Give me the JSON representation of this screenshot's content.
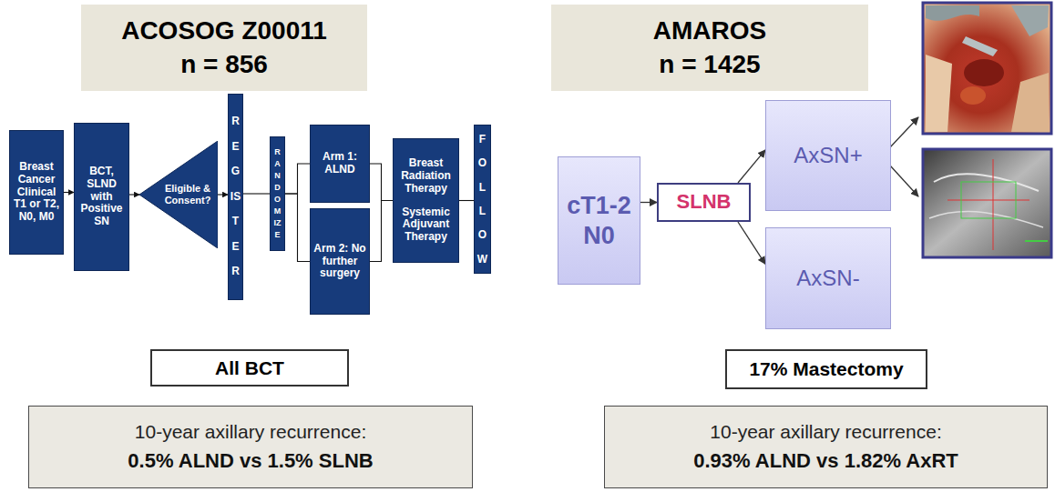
{
  "diagram": {
    "nodes": [
      {
        "text": [
          "ACOSOG Z00011",
          "n = 856"
        ]
      },
      {
        "text": [
          "Breast Cancer Clinical T1 or T2, N0, M0"
        ]
      },
      {
        "text": [
          "BCT, SLND with Positive SN"
        ]
      },
      {
        "text": [
          "Eligible & Consent?"
        ]
      },
      {
        "text": [
          "REGISTER"
        ]
      },
      {
        "text": [
          "RANDOMIZE"
        ]
      },
      {
        "text": [
          "Arm 1: ALND"
        ]
      },
      {
        "text": [
          "Arm 2: No further surgery"
        ]
      },
      {
        "text": [
          "Breast Radiation Therapy",
          "Systemic Adjuvant Therapy"
        ]
      },
      {
        "text": [
          "FOLLOW"
        ]
      },
      {
        "text": [
          "All BCT"
        ]
      },
      {
        "text": [
          "10-year axillary recurrence:",
          "0.5% ALND vs 1.5% SLNB"
        ]
      },
      {
        "text": [
          "AMAROS",
          "n = 1425"
        ]
      },
      {
        "text": [
          "cT1-2 N0"
        ]
      },
      {
        "text": [
          "SLNB"
        ]
      },
      {
        "text": [
          "AxSN+"
        ]
      },
      {
        "text": [
          "AxSN-"
        ]
      },
      {
        "text": [
          "17% Mastectomy"
        ]
      },
      {
        "text": [
          "10-year axillary recurrence:",
          "0.93% ALND vs 1.82% AxRT"
        ]
      }
    ],
    "edges": [
      {
        "from": 1,
        "to": 2,
        "arrow": "to"
      },
      {
        "from": 2,
        "to": 3,
        "arrow": "to"
      },
      {
        "from": 3,
        "to": 4,
        "arrow": "to"
      },
      {
        "from": 4,
        "to": 5,
        "arrow": "none"
      },
      {
        "from": 5,
        "to": 6,
        "arrow": "none"
      },
      {
        "from": 5,
        "to": 7,
        "arrow": "none"
      },
      {
        "from": 6,
        "to": 8,
        "arrow": "none"
      },
      {
        "from": 7,
        "to": 8,
        "arrow": "none"
      },
      {
        "from": 8,
        "to": 9,
        "arrow": "none"
      },
      {
        "from": 13,
        "to": 14,
        "arrow": "to"
      },
      {
        "from": 14,
        "to": 15,
        "arrow": "to"
      },
      {
        "from": 14,
        "to": 16,
        "arrow": "to"
      }
    ]
  }
}
